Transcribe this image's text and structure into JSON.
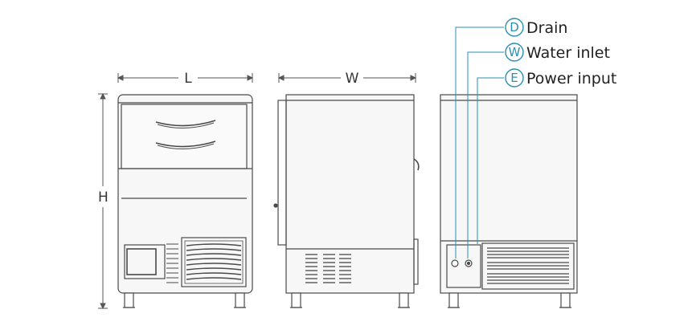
{
  "dimensions": {
    "length": "L",
    "width": "W",
    "height": "H"
  },
  "connections": [
    {
      "letter": "D",
      "label": "Drain"
    },
    {
      "letter": "W",
      "label": "Water inlet"
    },
    {
      "letter": "E",
      "label": "Power input"
    }
  ],
  "colors": {
    "line": "#4a4a4a",
    "accent": "#2b8fb5",
    "fill": "#f7f7f7"
  }
}
